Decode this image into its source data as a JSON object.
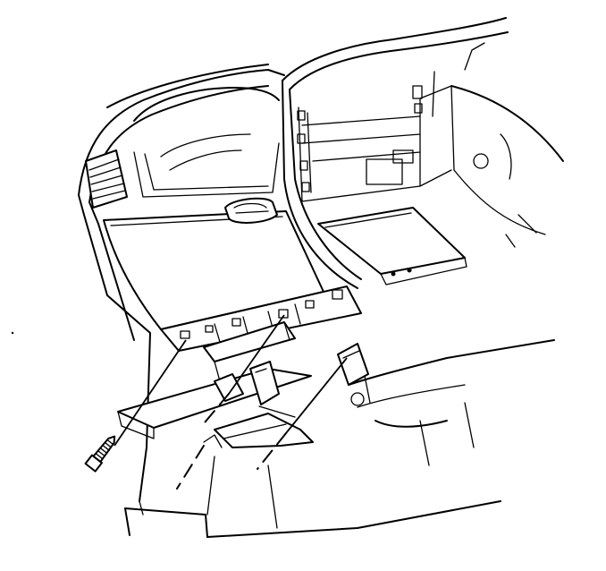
{
  "figure": {
    "description_visible": false,
    "colors": {
      "line": "#000000",
      "background": "#ffffff"
    },
    "parts": [
      {
        "name": "instrument-panel",
        "icon": "dashboard-outline"
      },
      {
        "name": "glove-box-door",
        "icon": "glove-box"
      },
      {
        "name": "glove-box-open",
        "icon": "glove-box-open"
      },
      {
        "name": "air-vent",
        "icon": "vent-grille"
      },
      {
        "name": "support-bracket",
        "icon": "bracket"
      },
      {
        "name": "fastener",
        "icon": "screw"
      },
      {
        "name": "mounting-bracket-right",
        "icon": "bracket-small"
      }
    ]
  }
}
